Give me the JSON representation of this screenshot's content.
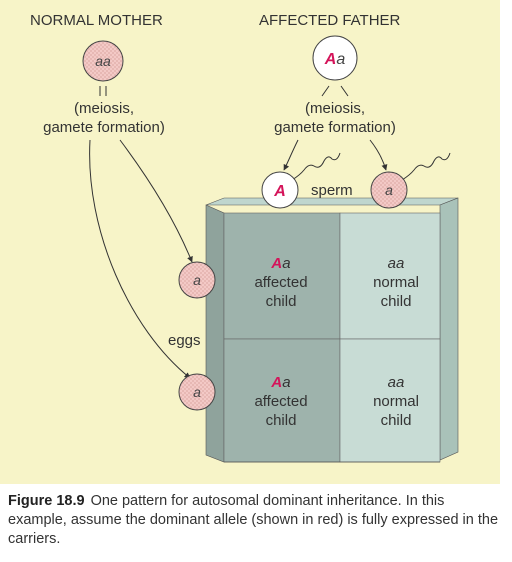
{
  "parents": {
    "mother": {
      "title": "NORMAL MOTHER",
      "genotype": "aa"
    },
    "father": {
      "title": "AFFECTED FATHER",
      "genotype_dominant": "A",
      "genotype_recessive": "a"
    },
    "meiosis_line1": "(meiosis,",
    "meiosis_line2": "gamete formation)"
  },
  "gametes": {
    "sperm_label": "sperm",
    "eggs_label": "eggs",
    "sperm": [
      "A",
      "a"
    ],
    "eggs": [
      "a",
      "a"
    ]
  },
  "offspring": {
    "affected": {
      "dominant": "A",
      "recessive": "a",
      "line1": "affected",
      "line2": "child"
    },
    "normal": {
      "genotype": "aa",
      "line1": "normal",
      "line2": "child"
    }
  },
  "caption": {
    "label": "Figure 18.9",
    "text": "One pattern for autosomal dominant inheritance. In this example, assume the dominant allele (shown in red) is fully expressed in the carriers."
  },
  "colors": {
    "panel": "#f7f4c8",
    "dominant_red": "#d4145a",
    "gamete_pink": "#f3c9c6",
    "box_dark": "#9eb3ac",
    "box_light": "#c8dcd5"
  }
}
